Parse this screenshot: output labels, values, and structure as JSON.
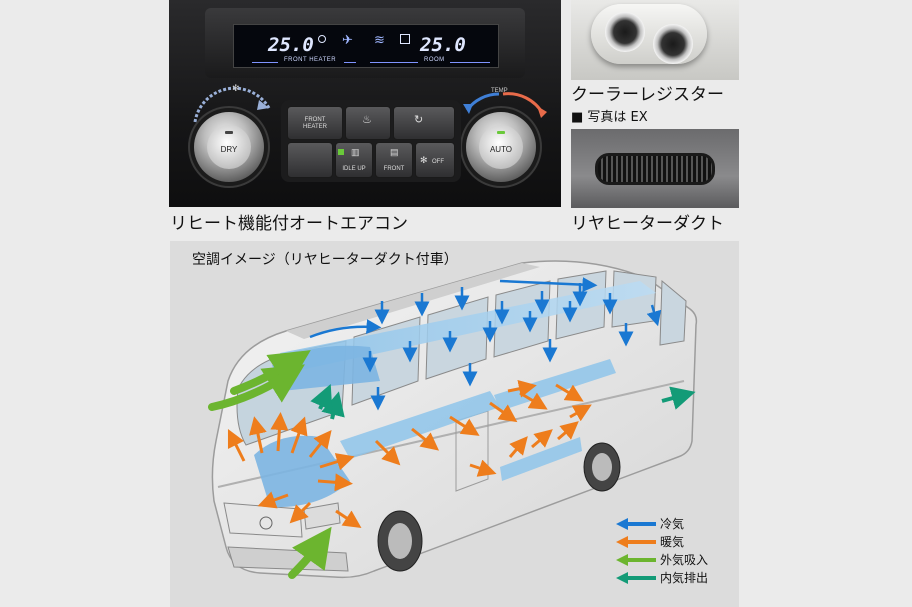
{
  "panel": {
    "left_temp": "25.0",
    "right_temp": "25.0",
    "front_heater_label": "FRONT HEATER",
    "room_label": "ROOM",
    "temp_label": "TEMP",
    "dry_label": "DRY",
    "auto_label": "AUTO",
    "front_heater_button": "FRONT HEATER",
    "idle_up_button": "IDLE UP",
    "front_button": "FRONT",
    "off_button": "OFF"
  },
  "captions": {
    "rear_ac": "リヒート機能付オートエアコン",
    "cooler_register": "クーラーレジスター",
    "ex_note": "■ 写真は EX",
    "rear_heater_duct": "リヤヒーターダクト"
  },
  "diagram": {
    "title": "空調イメージ（リヤヒーターダクト付車）",
    "legend": [
      {
        "label": "冷気",
        "color": "#1a78d2"
      },
      {
        "label": "暖気",
        "color": "#ee7d1c"
      },
      {
        "label": "外気吸入",
        "color": "#6cb52f"
      },
      {
        "label": "内気排出",
        "color": "#139b77"
      }
    ]
  },
  "colors": {
    "cold": "#1a78d2",
    "warm": "#ee7d1c",
    "outside_air": "#6cb52f",
    "exhaust": "#139b77",
    "lcd_text": "#dfe7ff"
  }
}
